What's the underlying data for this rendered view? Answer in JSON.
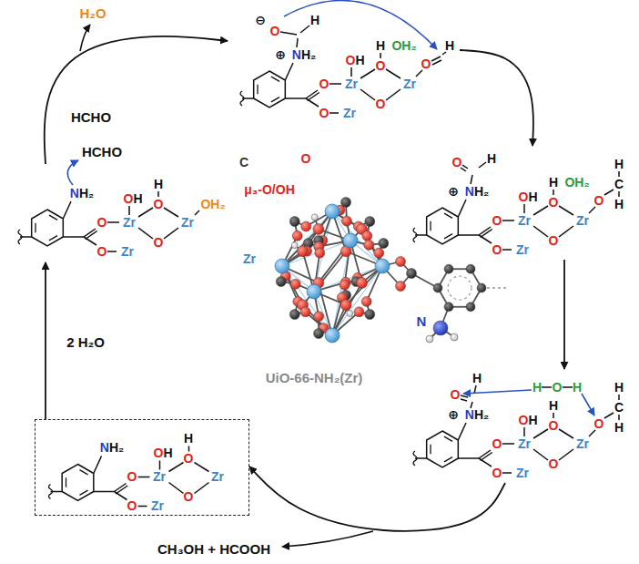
{
  "diagram": {
    "nodes": [
      {
        "text": [
          "NH₂",
          "O",
          "O",
          "Zr",
          "Zr",
          "OH",
          "O",
          "H",
          "Zr",
          "O",
          "⊕",
          "⊖",
          "O",
          "H",
          "OH₂",
          "O",
          "H"
        ]
      },
      {
        "text": [
          "NH₂",
          "O",
          "O",
          "Zr",
          "Zr",
          "OH",
          "O",
          "H",
          "Zr",
          "O",
          "⊕",
          "H",
          "O",
          "OH₂",
          "O",
          "H",
          "C",
          "H"
        ]
      },
      {
        "text": [
          "NH₂",
          "O",
          "O",
          "Zr",
          "Zr",
          "OH",
          "O",
          "H",
          "Zr",
          "O",
          "⊕",
          "H",
          "O",
          "H",
          "O",
          "H",
          "O",
          "H",
          "C",
          "H"
        ]
      },
      {
        "text": [
          "NH₂",
          "O",
          "O",
          "Zr",
          "Zr",
          "OH",
          "O",
          "H",
          "Zr",
          "O"
        ]
      },
      {
        "text": [
          "NH₂",
          "O",
          "O",
          "Zr",
          "Zr",
          "OH",
          "O",
          "H",
          "Zr",
          "O",
          "OH₂"
        ]
      }
    ],
    "edges": [
      {
        "from": 0,
        "to": 1,
        "arrow": "to"
      },
      {
        "from": 1,
        "to": 2,
        "arrow": "to"
      },
      {
        "from": 2,
        "to": 3,
        "arrow": "to"
      },
      {
        "from": 3,
        "to": 4,
        "arrow": "to"
      },
      {
        "from": 4,
        "to": 0,
        "arrow": "to"
      }
    ],
    "labels": [
      "H₂O",
      "HCHO",
      "HCHO",
      "2 H₂O",
      "CH₃OH + HCOOH",
      "C",
      "O",
      "μ₃-O/OH",
      "Zr",
      "N",
      "UiO-66-NH₂(Zr)"
    ]
  }
}
